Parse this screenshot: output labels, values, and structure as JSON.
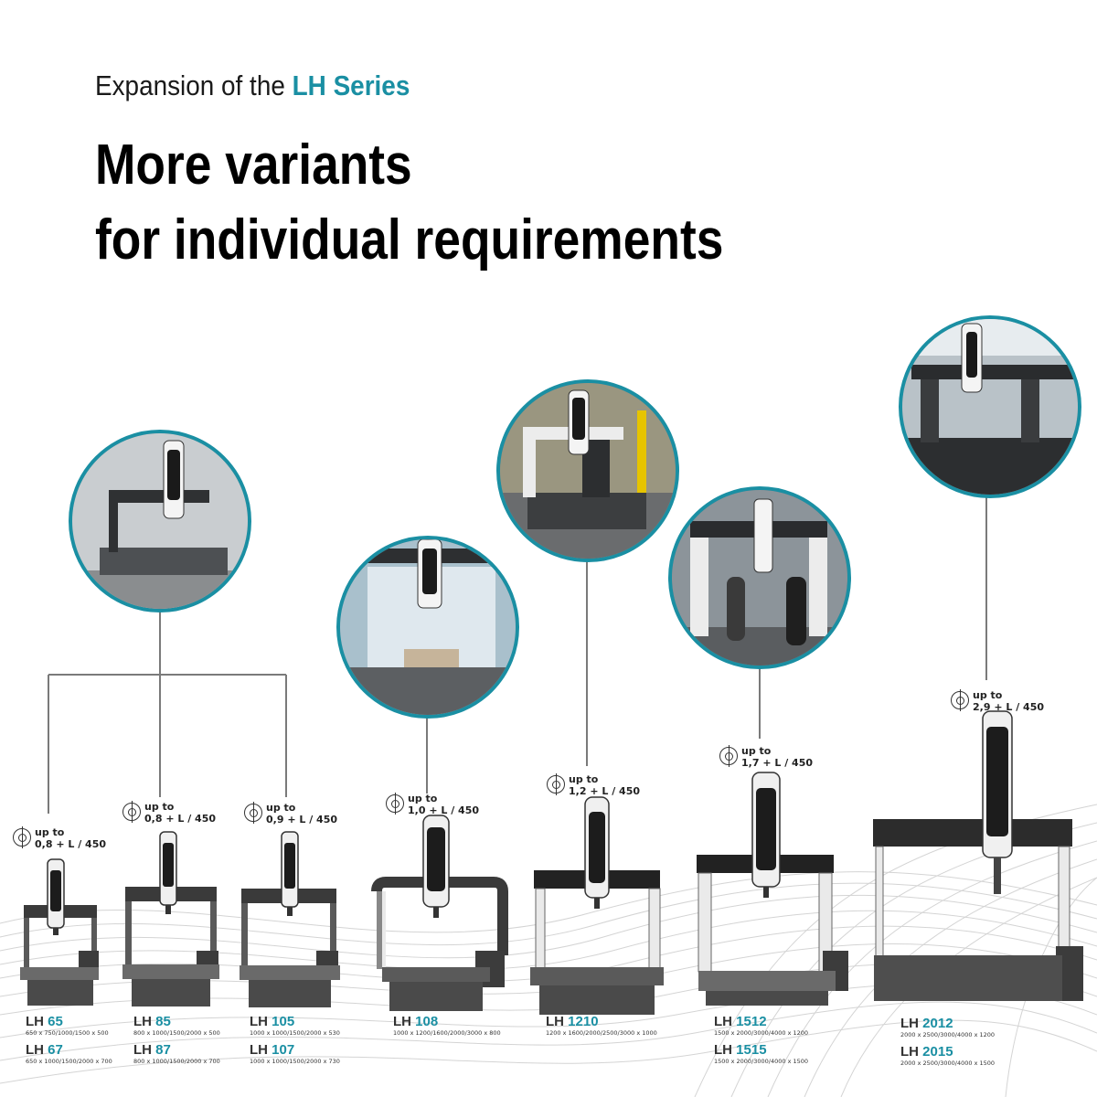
{
  "header": {
    "subtitle_prefix": "Expansion of the",
    "subtitle_accent": "LH Series",
    "headline_line1": "More variants",
    "headline_line2": "for individual requirements"
  },
  "colors": {
    "accent": "#1a8fa3",
    "text": "#000000",
    "machine_dark": "#4a4a4a"
  },
  "precision_icon": "precision-target-icon",
  "precision_labels": [
    {
      "l1": "up to",
      "l2": "0,8 + L / 450"
    },
    {
      "l1": "up to",
      "l2": "0,8 + L / 450"
    },
    {
      "l1": "up to",
      "l2": "0,9 + L / 450"
    },
    {
      "l1": "up to",
      "l2": "1,0 + L / 450"
    },
    {
      "l1": "up to",
      "l2": "1,2 + L / 450"
    },
    {
      "l1": "up to",
      "l2": "1,7 + L / 450"
    },
    {
      "l1": "up to",
      "l2": "2,9 + L / 450"
    }
  ],
  "models": [
    {
      "prefix": "LH",
      "num": "65",
      "dims": "650 x 750/1000/1500 x 500"
    },
    {
      "prefix": "LH",
      "num": "67",
      "dims": "650 x 1000/1500/2000 x 700"
    },
    {
      "prefix": "LH",
      "num": "85",
      "dims": "800 x 1000/1500/2000 x 500"
    },
    {
      "prefix": "LH",
      "num": "87",
      "dims": "800 x 1000/1500/2000 x 700"
    },
    {
      "prefix": "LH",
      "num": "105",
      "dims": "1000 x 1000/1500/2000 x 530"
    },
    {
      "prefix": "LH",
      "num": "107",
      "dims": "1000 x 1000/1500/2000 x 730"
    },
    {
      "prefix": "LH",
      "num": "108",
      "dims": "1000 x 1200/1600/2000/3000 x 800"
    },
    {
      "prefix": "LH",
      "num": "1210",
      "dims": "1200 x 1600/2000/2500/3000 x 1000"
    },
    {
      "prefix": "LH",
      "num": "1512",
      "dims": "1500 x 2000/3000/4000 x 1200"
    },
    {
      "prefix": "LH",
      "num": "1515",
      "dims": "1500 x 2000/3000/4000 x 1500"
    },
    {
      "prefix": "LH",
      "num": "2012",
      "dims": "2000 x 2500/3000/4000 x 1200"
    },
    {
      "prefix": "LH",
      "num": "2015",
      "dims": "2000 x 2500/3000/4000 x 1500"
    }
  ]
}
